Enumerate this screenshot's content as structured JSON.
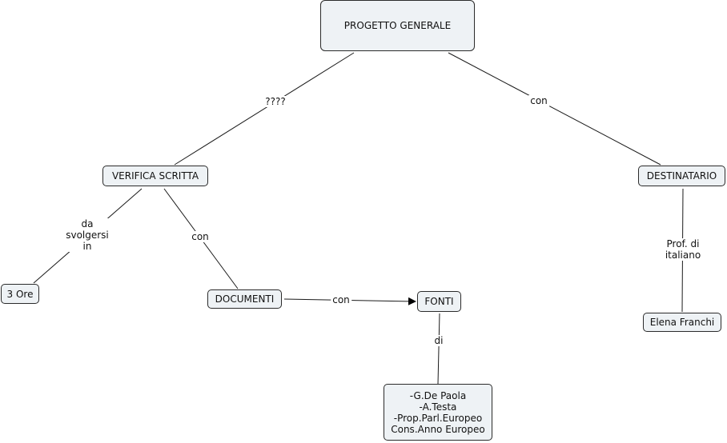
{
  "nodes": {
    "root": "PROGETTO GENERALE",
    "verifica": "VERIFICA SCRITTA",
    "destinatario": "DESTINATARIO",
    "ore": "3 Ore",
    "documenti": "DOCUMENTI",
    "fonti": "FONTI",
    "elena": "Elena Franchi",
    "autori": "-G.De Paola\n-A.Testa\n-Prop.Parl.Europeo\nCons.Anno Europeo"
  },
  "links": {
    "root_verifica": "????",
    "root_destinatario": "con",
    "verifica_ore": "da\nsvolgersi\nin",
    "verifica_documenti": "con",
    "documenti_fonti": "con",
    "fonti_autori": "di",
    "destinatario_elena": "Prof. di italiano"
  },
  "colors": {
    "node_fill": "#eef2f5",
    "border": "#2b2b2b",
    "line": "#1a1a1a"
  }
}
